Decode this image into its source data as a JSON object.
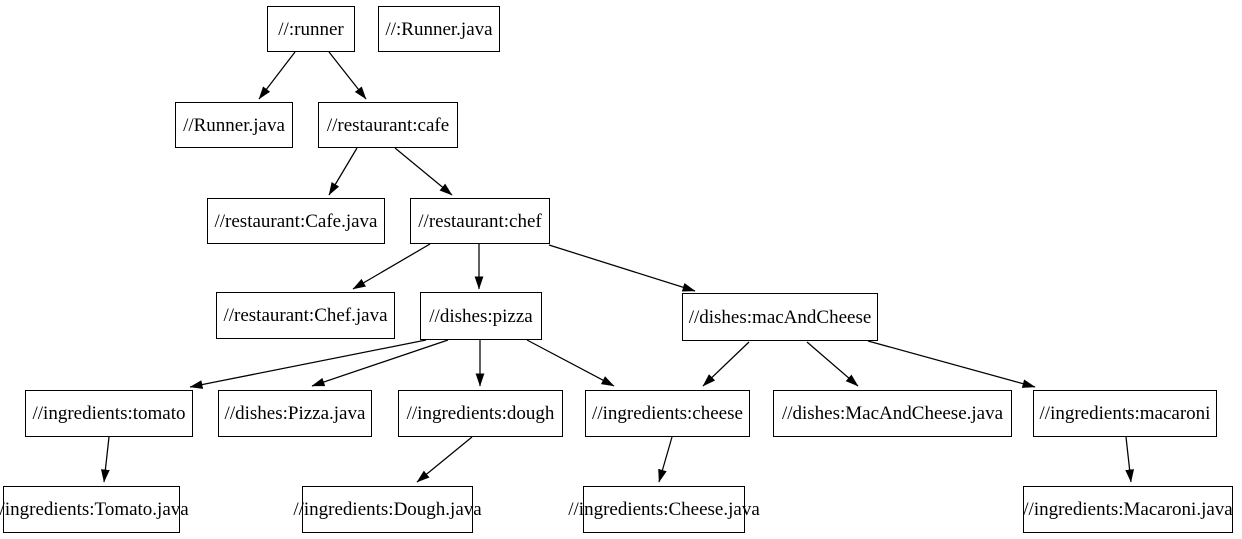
{
  "diagram": {
    "background_color": "#ffffff",
    "node_fill_color": "#ffffff",
    "node_border_color": "#000000",
    "edge_color": "#000000",
    "text_color": "#000000",
    "nodes": [
      {
        "id": "runner",
        "label": "//:runner"
      },
      {
        "id": "runner-java-target",
        "label": "//:Runner.java"
      },
      {
        "id": "runner-java",
        "label": "//Runner.java"
      },
      {
        "id": "cafe",
        "label": "//restaurant:cafe"
      },
      {
        "id": "cafe-java",
        "label": "//restaurant:Cafe.java"
      },
      {
        "id": "chef",
        "label": "//restaurant:chef"
      },
      {
        "id": "chef-java",
        "label": "//restaurant:Chef.java"
      },
      {
        "id": "pizza",
        "label": "//dishes:pizza"
      },
      {
        "id": "mac-and-cheese",
        "label": "//dishes:macAndCheese"
      },
      {
        "id": "tomato",
        "label": "//ingredients:tomato"
      },
      {
        "id": "pizza-java",
        "label": "//dishes:Pizza.java"
      },
      {
        "id": "dough",
        "label": "//ingredients:dough"
      },
      {
        "id": "cheese",
        "label": "//ingredients:cheese"
      },
      {
        "id": "mac-and-cheese-java",
        "label": "//dishes:MacAndCheese.java"
      },
      {
        "id": "macaroni",
        "label": "//ingredients:macaroni"
      },
      {
        "id": "tomato-java",
        "label": "//ingredients:Tomato.java"
      },
      {
        "id": "dough-java",
        "label": "//ingredients:Dough.java"
      },
      {
        "id": "cheese-java",
        "label": "//ingredients:Cheese.java"
      },
      {
        "id": "macaroni-java",
        "label": "//ingredients:Macaroni.java"
      }
    ],
    "edges": [
      {
        "from": "runner",
        "to": "runner-java"
      },
      {
        "from": "runner",
        "to": "cafe"
      },
      {
        "from": "cafe",
        "to": "cafe-java"
      },
      {
        "from": "cafe",
        "to": "chef"
      },
      {
        "from": "chef",
        "to": "chef-java"
      },
      {
        "from": "chef",
        "to": "pizza"
      },
      {
        "from": "chef",
        "to": "mac-and-cheese"
      },
      {
        "from": "pizza",
        "to": "tomato"
      },
      {
        "from": "pizza",
        "to": "pizza-java"
      },
      {
        "from": "pizza",
        "to": "dough"
      },
      {
        "from": "pizza",
        "to": "cheese"
      },
      {
        "from": "mac-and-cheese",
        "to": "cheese"
      },
      {
        "from": "mac-and-cheese",
        "to": "mac-and-cheese-java"
      },
      {
        "from": "mac-and-cheese",
        "to": "macaroni"
      },
      {
        "from": "tomato",
        "to": "tomato-java"
      },
      {
        "from": "dough",
        "to": "dough-java"
      },
      {
        "from": "cheese",
        "to": "cheese-java"
      },
      {
        "from": "macaroni",
        "to": "macaroni-java"
      }
    ]
  }
}
